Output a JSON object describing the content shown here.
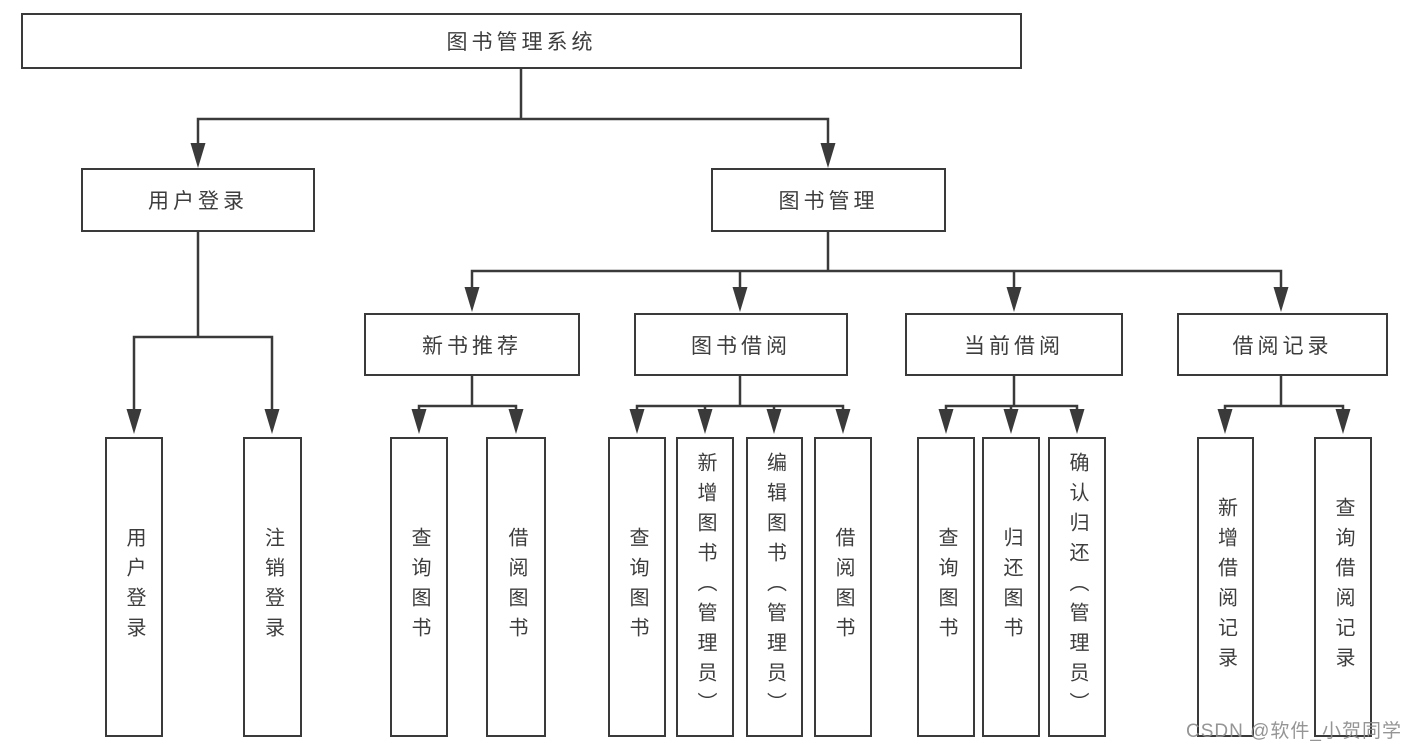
{
  "colors": {
    "line": "#3a3a3a",
    "text": "#3d3d3d",
    "watermark": "#8c8c8c",
    "background": "#ffffff"
  },
  "tree": {
    "root": {
      "label": "图书管理系统"
    },
    "children": [
      {
        "label": "用户登录",
        "children": [
          {
            "label": "用户登录"
          },
          {
            "label": "注销登录"
          }
        ]
      },
      {
        "label": "图书管理",
        "children": [
          {
            "label": "新书推荐",
            "children": [
              {
                "label": "查询图书"
              },
              {
                "label": "借阅图书"
              }
            ]
          },
          {
            "label": "图书借阅",
            "children": [
              {
                "label": "查询图书"
              },
              {
                "label": "新增图书（管理员）"
              },
              {
                "label": "编辑图书（管理员）"
              },
              {
                "label": "借阅图书"
              }
            ]
          },
          {
            "label": "当前借阅",
            "children": [
              {
                "label": "查询图书"
              },
              {
                "label": "归还图书"
              },
              {
                "label": "确认归还（管理员）"
              }
            ]
          },
          {
            "label": "借阅记录",
            "children": [
              {
                "label": "新增借阅记录"
              },
              {
                "label": "查询借阅记录"
              }
            ]
          }
        ]
      }
    ]
  },
  "watermark": {
    "text": "CSDN @软件_小贺同学"
  }
}
